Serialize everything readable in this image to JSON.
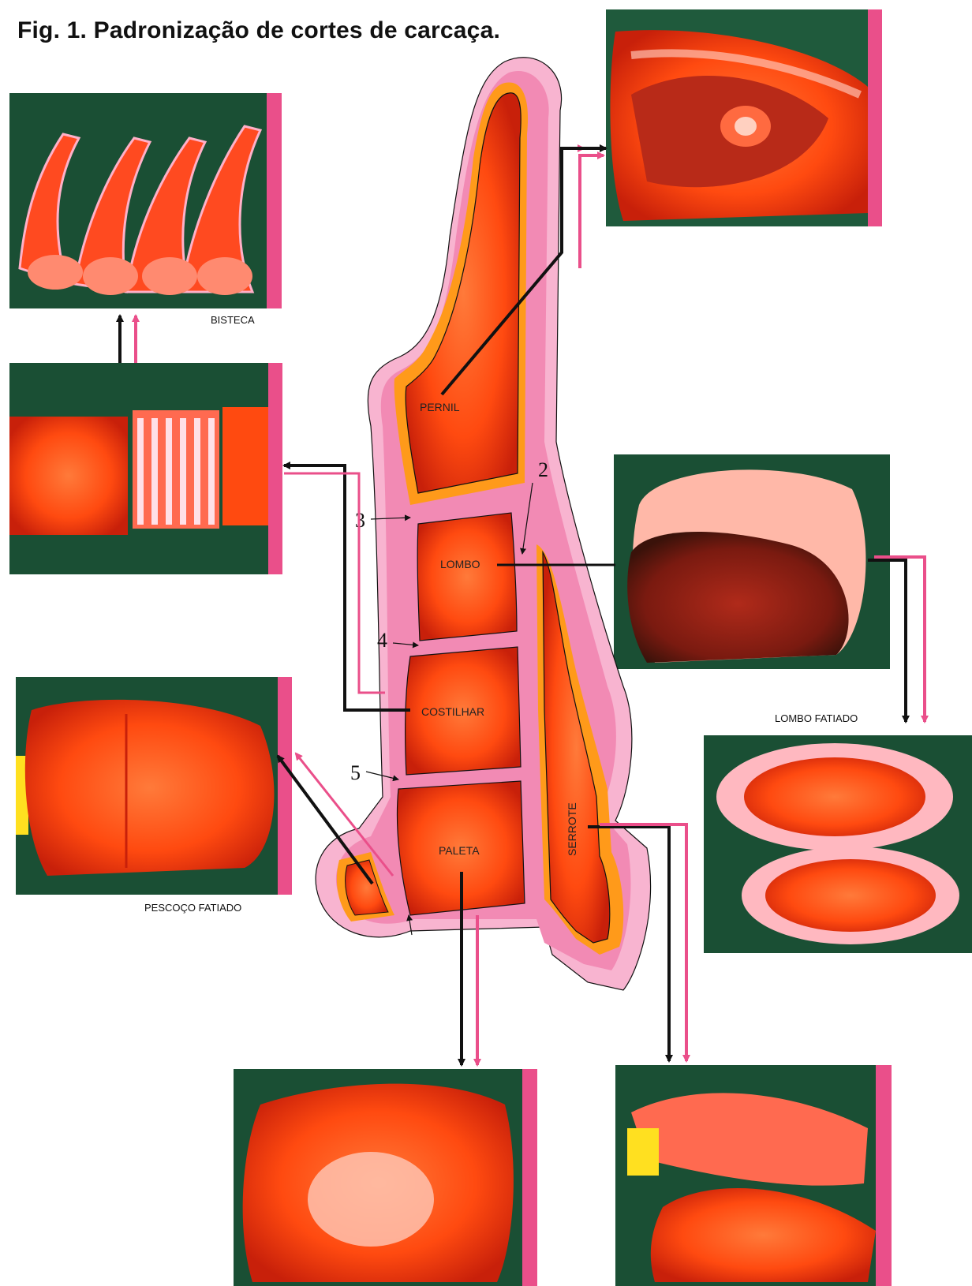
{
  "title": "Fig. 1. Padronização de cortes de carcaça.",
  "colors": {
    "meat": "#ff4a10",
    "fat": "#ff9a1a",
    "pink": "#f28ab4",
    "pink_light": "#f8b4d0",
    "dark_bg": "#1f5a3c",
    "arrow_black": "#111111",
    "arrow_pink": "#ea4f8a"
  },
  "regions": {
    "pernil": "PERNIL",
    "lombo": "LOMBO",
    "costilhar": "COSTILHAR",
    "paleta": "PALETA",
    "serrote": "SERROTE"
  },
  "cut_numbers": {
    "n2": "2",
    "n3": "3",
    "n4": "4",
    "n5": "5"
  },
  "photo_labels": {
    "bisteca": "BISTECA",
    "lombo_fatiado": "LOMBO FATIADO",
    "pescoco_fatiado": "PESCOÇO FATIADO"
  },
  "photos": [
    "pernil-photo",
    "bisteca-photo",
    "costilhar-photo",
    "lombo-photo",
    "lombo-fatiado-photo",
    "pescoco-fatiado-photo",
    "paleta-photo",
    "serrote-photo"
  ]
}
